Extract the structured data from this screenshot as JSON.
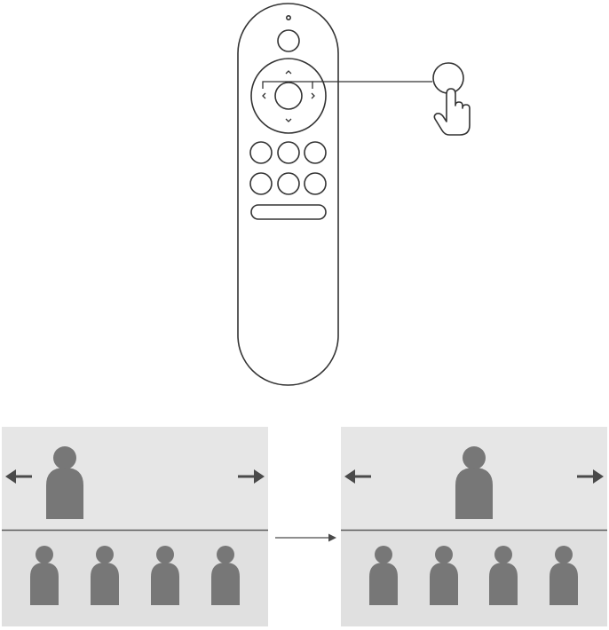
{
  "colors": {
    "outline": "#333333",
    "panel_top": "#e6e6e6",
    "panel_bottom": "#e0e0e0",
    "divider": "#5a5a5a",
    "figure": "#777777",
    "arrow": "#4a4a4a"
  },
  "remote": {
    "icons": [
      "power-button-icon",
      "dpad-icon",
      "select-button-icon",
      "up-chevron-icon",
      "down-chevron-icon",
      "left-chevron-icon",
      "right-chevron-icon"
    ],
    "button_grid": {
      "rows": 2,
      "cols": 3
    }
  },
  "callout": {
    "icons": [
      "pointing-hand-icon",
      "highlight-circle-icon"
    ]
  },
  "screens": [
    {
      "name": "before",
      "featured_index": 0,
      "thumbnails": 4
    },
    {
      "name": "after",
      "featured_index": 1,
      "thumbnails": 4
    }
  ],
  "transition_arrow": {
    "icon": "right-arrow-icon"
  }
}
